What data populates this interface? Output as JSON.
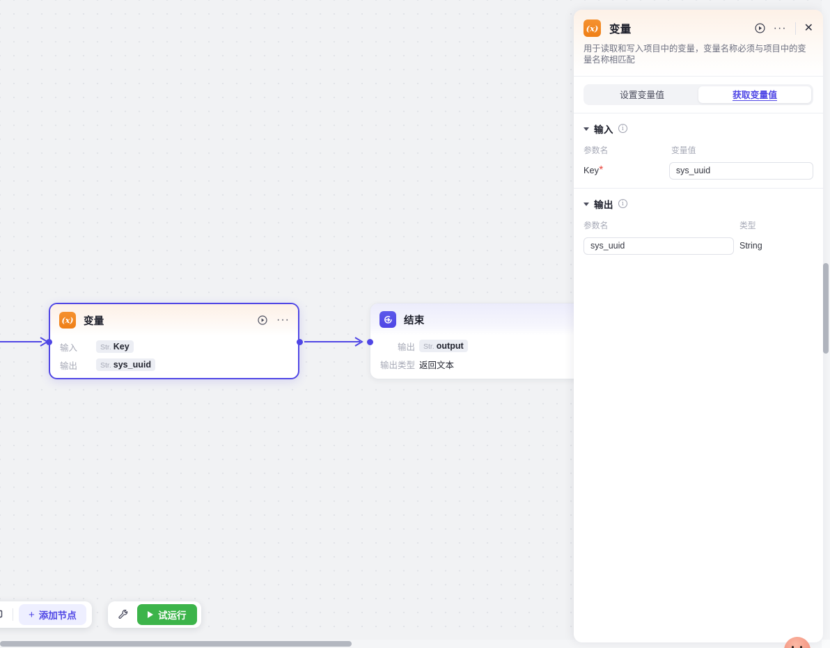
{
  "canvas": {
    "nodes": [
      {
        "id": "variable",
        "icon_name": "variable-icon",
        "icon_glyph": "(x)",
        "title": "变量",
        "selected": true,
        "rows": [
          {
            "label": "输入",
            "type": "Str.",
            "value": "Key",
            "chip": true
          },
          {
            "label": "输出",
            "type": "Str.",
            "value": "sys_uuid",
            "chip": true
          }
        ]
      },
      {
        "id": "end",
        "icon_name": "end-node-icon",
        "icon_glyph": "→",
        "title": "结束",
        "selected": false,
        "rows": [
          {
            "label": "输出",
            "type": "Str.",
            "value": "output",
            "chip": true
          },
          {
            "label": "输出类型",
            "type": "",
            "value": "返回文本",
            "chip": false
          }
        ]
      }
    ]
  },
  "toolbar": {
    "select_icon": "pointer-select-icon",
    "add_node_label": "添加节点",
    "add_node_plus": "+",
    "wrench_icon": "wrench-icon",
    "run_label": "试运行"
  },
  "panel": {
    "icon_glyph": "(x)",
    "title": "变量",
    "description": "用于读取和写入项目中的变量，变量名称必须与项目中的变量名称相匹配",
    "run_icon": "play-circle-icon",
    "more_icon": "more-ellipsis-icon",
    "close_icon": "close-icon",
    "tabs": [
      {
        "label": "设置变量值",
        "active": false
      },
      {
        "label": "获取变量值",
        "active": true
      }
    ],
    "input_section": {
      "title": "输入",
      "col_param": "参数名",
      "col_value": "变量值",
      "param_label": "Key",
      "required_mark": "*",
      "value": "sys_uuid"
    },
    "output_section": {
      "title": "输出",
      "col_param": "参数名",
      "col_type": "类型",
      "param_value": "sys_uuid",
      "type_value": "String"
    }
  },
  "colors": {
    "accent": "#4f46e5",
    "variable_orange": "#ef7f17",
    "run_green": "#3cb44a",
    "required_red": "#e8453c"
  }
}
